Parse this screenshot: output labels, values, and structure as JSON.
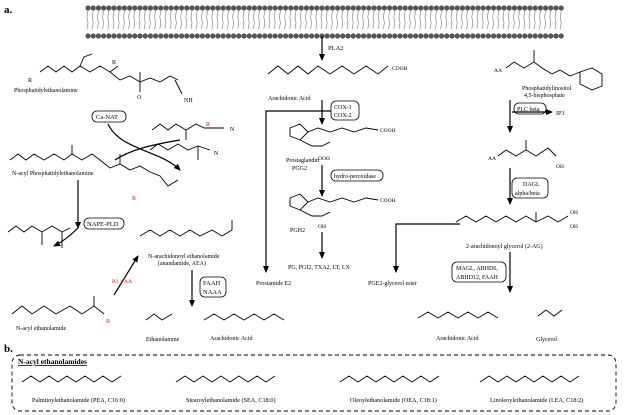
{
  "panel_a": "a.",
  "panel_b": "b.",
  "heading_b": "N-acyl ethanolamides",
  "red_color": "#d62020",
  "enzymes": {
    "pla2": "PLA2",
    "ca_nat": "Ca-NAT",
    "nape_pld": "NAPE-PLD",
    "faah_naaa_1": "FAAH",
    "faah_naaa_2": "NAAA",
    "cox_1": "COX-1",
    "cox_2": "COX-2",
    "hydroperox": "hydro-peroxidase",
    "plc": "PLC beta",
    "ip3": "IP3",
    "dagl_1": "DAGL",
    "dagl_2": "alpha/beta",
    "magl_1": "MAGL, ABHD6,",
    "magl_2": "ABHD12, FAAH"
  },
  "labels": {
    "pe": "Phosphatidylethanolamine",
    "nape": "N-acyl Phosphatidylethanolamine",
    "nae": "N-acyl ethanolamide",
    "aea_1": "N-arachidonoyl ethanolamide",
    "aea_2": "(anandamide, AEA)",
    "r3_aa": "R3 = AA",
    "ethanolamine": "Ethanolamine",
    "aa1": "Arachidonic Acid",
    "aa2": "Arachidonic Acid",
    "aa3": "Arachidonic Acid",
    "pgg2_1": "Prostaglandin",
    "pgg2_2": "PGG2",
    "pgh2": "PGH2",
    "products": "PG, PGI2, TXA2, LT, LX",
    "pge2": "Prostamide E2",
    "pge2_ester": "PGE2-glycerol ester",
    "pip2_1": "Phosphatidylinositol",
    "pip2_2": "4,5-bisphosphate",
    "two_ag": "2-arachidonoyl glycerol (2-AG)",
    "glycerol": "Glycerol",
    "ooh": "OOH",
    "oh": "OH",
    "cooh": "COOH",
    "aa_sub": "AA"
  },
  "examples": [
    {
      "name": "Palmitoylethanolamide (PEA, C16:0)"
    },
    {
      "name": "Stearoylethanolamide (SEA, C18:0)"
    },
    {
      "name": "Oleoylethanolamide (OEA, C18:1)"
    },
    {
      "name": "Linoleoylethanolamide (LEA, C18:2)"
    }
  ]
}
